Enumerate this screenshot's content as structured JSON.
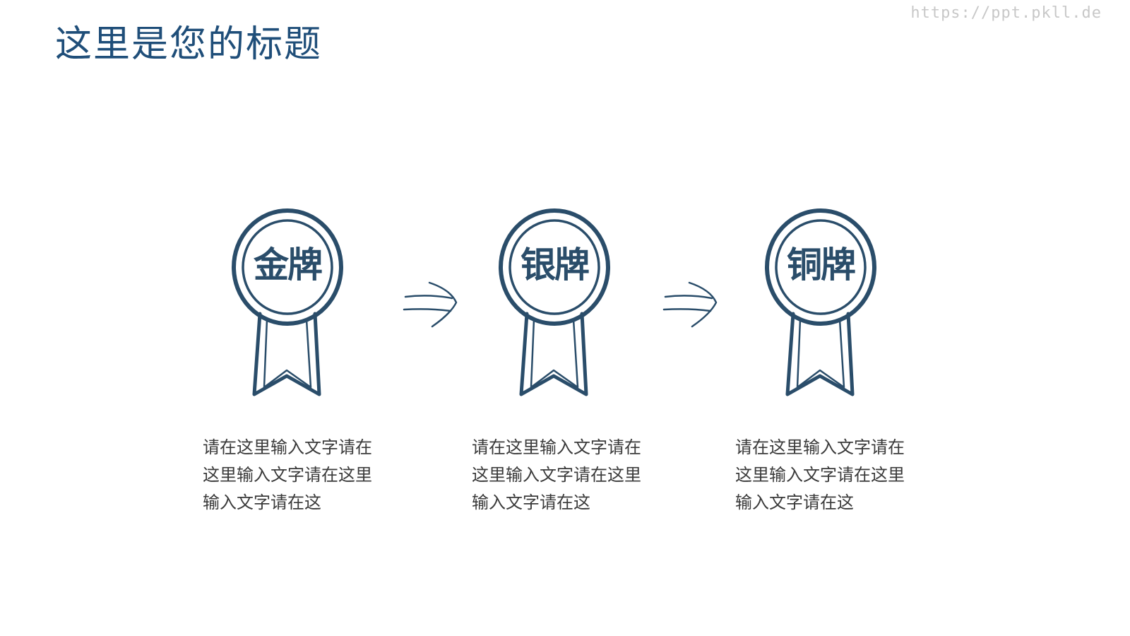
{
  "title": "这里是您的标题",
  "watermark": "https://ppt.pkll.de",
  "colors": {
    "primary": "#1f4e79",
    "medal_stroke": "#2a4d6a",
    "text": "#3a3a3a",
    "watermark": "#c8c8c8"
  },
  "medals": [
    {
      "label": "金牌",
      "icon": "medal-ribbon-icon"
    },
    {
      "label": "银牌",
      "icon": "medal-ribbon-icon"
    },
    {
      "label": "铜牌",
      "icon": "medal-ribbon-icon"
    }
  ],
  "arrows": [
    {
      "icon": "hand-drawn-arrow-right-icon"
    },
    {
      "icon": "hand-drawn-arrow-right-icon"
    }
  ],
  "descriptions": [
    "请在这里输入文字请在这里输入文字请在这里输入文字请在这",
    "请在这里输入文字请在这里输入文字请在这里输入文字请在这",
    "请在这里输入文字请在这里输入文字请在这里输入文字请在这"
  ]
}
